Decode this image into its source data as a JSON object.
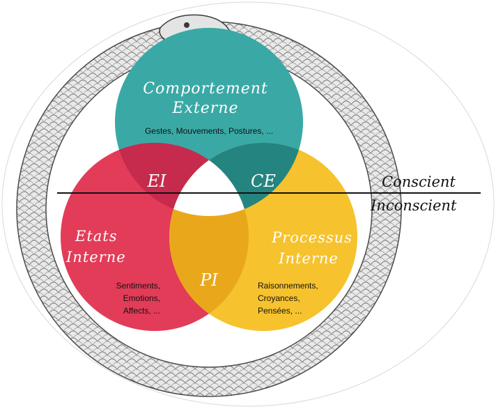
{
  "diagram": {
    "colors": {
      "teal": "#3aa9a6",
      "red": "#e23c59",
      "yellow": "#f6c22e",
      "overlap_ei": "#c62a4c",
      "overlap_ce": "#24847f",
      "overlap_pi": "#e9a81c",
      "center": "#ffffff",
      "serpent": "#8f8f8f"
    },
    "circles": {
      "comportement": {
        "title_line1": "Comportement",
        "title_line2": "Externe",
        "desc": "Gestes, Mouvements, Postures, ..."
      },
      "etats": {
        "title_line1": "Etats",
        "title_line2": "Interne",
        "desc_line1": "Sentiments,",
        "desc_line2": "Emotions,",
        "desc_line3": "Affects, ..."
      },
      "processus": {
        "title_line1": "Processus",
        "title_line2": "Interne",
        "desc_line1": "Raisonnements,",
        "desc_line2": "Croyances,",
        "desc_line3": "Pensées, ..."
      }
    },
    "overlaps": {
      "ei": "EI",
      "ce": "CE",
      "pi": "PI"
    },
    "levels": {
      "conscient": "Conscient",
      "inconscient": "Inconscient"
    },
    "background_icon": "ouroboros-serpent-icon"
  }
}
